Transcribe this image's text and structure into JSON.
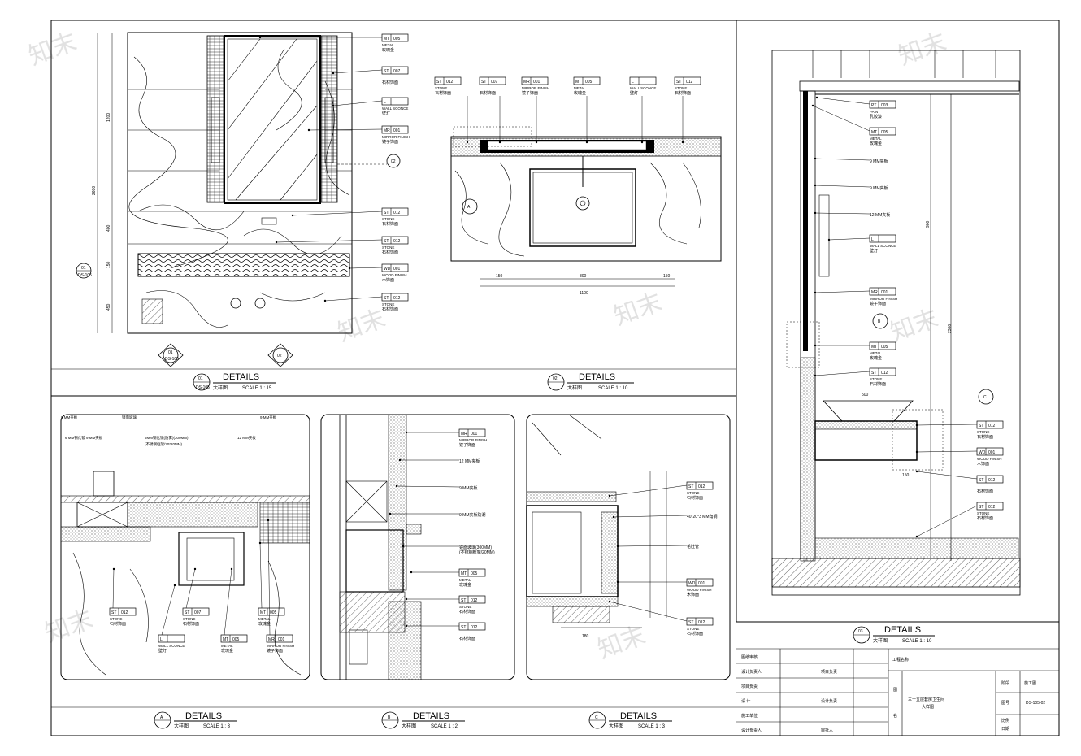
{
  "watermark": "知末",
  "details": {
    "d01": {
      "marker": "01",
      "sub": "DS-105",
      "label": "DETAILS",
      "cn": "大样图",
      "scale": "SCALE 1 : 15"
    },
    "d02": {
      "marker": "02",
      "sub": "",
      "label": "DETAILS",
      "cn": "大样图",
      "scale": "SCALE 1 : 10"
    },
    "d03": {
      "marker": "03",
      "sub": "",
      "label": "DETAILS",
      "cn": "大样图",
      "scale": "SCALE 1 : 10"
    },
    "dA": {
      "marker": "A",
      "label": "DETAILS",
      "cn": "大样图",
      "scale": "SCALE 1 : 3"
    },
    "dB": {
      "marker": "B",
      "label": "DETAILS",
      "cn": "大样图",
      "scale": "SCALE 1 : 2"
    },
    "dC": {
      "marker": "C",
      "label": "DETAILS",
      "cn": "大样图",
      "scale": "SCALE 1 : 3"
    }
  },
  "tags01": [
    {
      "code": "MT",
      "num": "005",
      "n1": "METAL",
      "n2": "玫瑰金"
    },
    {
      "code": "ST",
      "num": "007",
      "n1": "",
      "n2": "石材饰面"
    },
    {
      "code": "L",
      "num": "",
      "n1": "WALL SCONCE",
      "n2": "壁灯"
    },
    {
      "code": "MR",
      "num": "001",
      "n1": "MIRROR FINISH",
      "n2": "镜子饰面"
    },
    {
      "code": "ST",
      "num": "012",
      "n1": "STONE",
      "n2": "石材饰面"
    },
    {
      "code": "ST",
      "num": "012",
      "n1": "STONE",
      "n2": "石材饰面"
    },
    {
      "code": "WD",
      "num": "001",
      "n1": "WOOD FINISH",
      "n2": "木饰面"
    },
    {
      "code": "ST",
      "num": "012",
      "n1": "STONE",
      "n2": "石材饰面"
    }
  ],
  "dims01": [
    "2600",
    "1200",
    "400",
    "150",
    "450"
  ],
  "tags02": [
    {
      "code": "ST",
      "num": "012",
      "n1": "STONE",
      "n2": "石材饰面"
    },
    {
      "code": "ST",
      "num": "007",
      "n1": "",
      "n2": "石材饰面"
    },
    {
      "code": "MR",
      "num": "001",
      "n1": "MIRROR FINISH",
      "n2": "镜子饰面"
    },
    {
      "code": "MT",
      "num": "005",
      "n1": "METAL",
      "n2": "玫瑰金"
    },
    {
      "code": "L",
      "num": "",
      "n1": "WALL SCONCE",
      "n2": "壁灯"
    },
    {
      "code": "ST",
      "num": "012",
      "n1": "STONE",
      "n2": "石材饰面"
    }
  ],
  "dims02": [
    "150",
    "800",
    "150",
    "1100"
  ],
  "tags03": [
    {
      "code": "PT",
      "num": "003",
      "n1": "PAINT",
      "n2": "乳胶漆"
    },
    {
      "code": "MT",
      "num": "005",
      "n1": "METAL",
      "n2": "玫瑰金"
    },
    {
      "code": "",
      "num": "",
      "n1": "9 MM夹板",
      "n2": ""
    },
    {
      "code": "",
      "num": "",
      "n1": "9 MM夹板",
      "n2": ""
    },
    {
      "code": "",
      "num": "",
      "n1": "12 MM夹板",
      "n2": ""
    },
    {
      "code": "L",
      "num": "",
      "n1": "WALL SCONCE",
      "n2": "壁灯"
    },
    {
      "code": "MR",
      "num": "001",
      "n1": "MIRROR FINISH",
      "n2": "镜子饰面"
    },
    {
      "code": "MT",
      "num": "005",
      "n1": "METAL",
      "n2": "玫瑰金"
    },
    {
      "code": "ST",
      "num": "012",
      "n1": "STONE",
      "n2": "石材饰面"
    }
  ],
  "tags03b": [
    {
      "code": "ST",
      "num": "012",
      "n1": "STONE",
      "n2": "石材饰面"
    },
    {
      "code": "WD",
      "num": "001",
      "n1": "WOOD FINISH",
      "n2": "木饰面"
    },
    {
      "code": "ST",
      "num": "012",
      "n1": "",
      "n2": "石材饰面"
    },
    {
      "code": "ST",
      "num": "012",
      "n1": "STONE",
      "n2": "石材饰面"
    }
  ],
  "dims03": [
    "900",
    "2300",
    "500",
    "150"
  ],
  "tagsA": {
    "top": [
      "9 MM夹板",
      "镜面玻璃",
      "6MM钢化镜(防雾)(300MM)",
      "(不锈钢框架/20*20MM)",
      "12 MM夹板",
      "9 MM夹板",
      "6 MM钢化镜 9 MM夹板"
    ],
    "bottom": [
      {
        "code": "ST",
        "num": "012",
        "n1": "STONE",
        "n2": "石材饰面"
      },
      {
        "code": "ST",
        "num": "007",
        "n1": "STONE",
        "n2": "石材饰面"
      },
      {
        "code": "MT",
        "num": "005",
        "n1": "METAL",
        "n2": "玫瑰金"
      },
      {
        "code": "MR",
        "num": "001",
        "n1": "MIRROR FINISH",
        "n2": "镜子饰面"
      },
      {
        "code": "MT",
        "num": "005",
        "n1": "METAL",
        "n2": "玫瑰金"
      },
      {
        "code": "L",
        "num": "",
        "n1": "WALL SCONCE",
        "n2": "壁灯"
      }
    ]
  },
  "tagsB": [
    {
      "code": "MR",
      "num": "001",
      "n1": "MIRROR FINISH",
      "n2": "镜子饰面"
    },
    {
      "code": "",
      "num": "",
      "n1": "12 MM夹板",
      "n2": ""
    },
    {
      "code": "",
      "num": "",
      "n1": "9 MM夹板",
      "n2": ""
    },
    {
      "code": "",
      "num": "",
      "n1": "9 MM夹板防潮",
      "n2": ""
    },
    {
      "code": "",
      "num": "",
      "n1": "镜面玻璃(300MM)",
      "n2": "(不锈钢框架/20MM)"
    },
    {
      "code": "MT",
      "num": "005",
      "n1": "METAL",
      "n2": "玫瑰金"
    },
    {
      "code": "ST",
      "num": "012",
      "n1": "STONE",
      "n2": "石材饰面"
    },
    {
      "code": "ST",
      "num": "012",
      "n1": "",
      "n2": "石材饰面"
    }
  ],
  "tagsC": [
    {
      "code": "ST",
      "num": "012",
      "n1": "STONE",
      "n2": "石材饰面"
    },
    {
      "code": "",
      "num": "",
      "n1": "40*20*3 MM角钢",
      "n2": ""
    },
    {
      "code": "",
      "num": "",
      "n1": "毛肚管",
      "n2": ""
    },
    {
      "code": "WD",
      "num": "001",
      "n1": "WOOD FINISH",
      "n2": "木饰面"
    },
    {
      "code": "ST",
      "num": "012",
      "n1": "STONE",
      "n2": "石材饰面"
    }
  ],
  "dimsC": [
    "180"
  ],
  "titleblock": {
    "rows": [
      "图纸审核",
      "设计负责人",
      "项目负责",
      "设  计",
      "施工单位",
      "设计负责人"
    ],
    "vals": [
      "",
      "项目负责",
      "",
      "设计负责",
      "",
      "审批人"
    ],
    "project_label": "工程名称",
    "col2": [
      "图",
      "名"
    ],
    "drawing_name": "三十五层套房卫生间",
    "drawing_name2": "大样图",
    "right_labels": [
      "阶段",
      "图号",
      "比例",
      "日期"
    ],
    "right_vals": [
      "施工图",
      "DS-105-02",
      "",
      ""
    ],
    "stage_label": "阶段",
    "stage_val": "施工图",
    "no_label": "图号",
    "no_val": "DS-105-02"
  }
}
